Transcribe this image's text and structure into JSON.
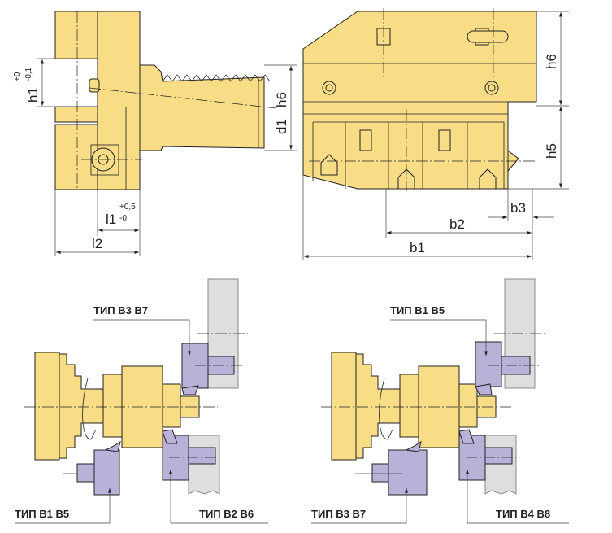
{
  "dimensions": {
    "h1": "h1",
    "h1_tol_upper": "+0",
    "h1_tol_lower": "-0,1",
    "h6_side": "h6",
    "d1": "d1",
    "l1": "l1",
    "l1_tol_upper": "+0,5",
    "l1_tol_lower": "-0",
    "l2": "l2",
    "h6": "h6",
    "h5": "h5",
    "b3": "b3",
    "b2": "b2",
    "b1": "b1"
  },
  "setups": {
    "left": {
      "top": "ТИП B3 B7",
      "bottom_left": "ТИП B1 B5",
      "bottom_right": "ТИП B2 B6"
    },
    "right": {
      "top": "ТИП B1 B5",
      "bottom_left": "ТИП B3 B7",
      "bottom_right": "ТИП B4 B8"
    }
  },
  "colors": {
    "part": "#f8dc86",
    "tool": "#b9b1d8",
    "holder": "#dedede"
  }
}
